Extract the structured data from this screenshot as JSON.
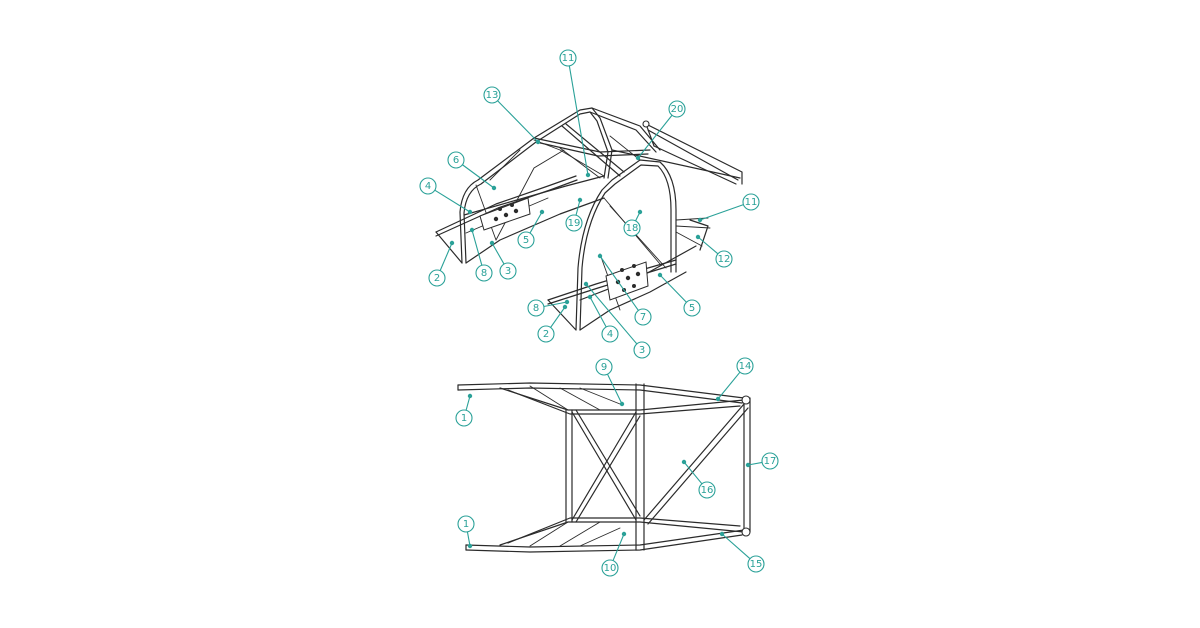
{
  "colors": {
    "callout": "#2aa198",
    "linework": "#2b2b2b",
    "background": "#ffffff"
  },
  "callouts": [
    {
      "id": "c-11-top",
      "label": "11"
    },
    {
      "id": "c-13",
      "label": "13"
    },
    {
      "id": "c-20",
      "label": "20"
    },
    {
      "id": "c-6",
      "label": "6"
    },
    {
      "id": "c-4-left",
      "label": "4"
    },
    {
      "id": "c-5-left",
      "label": "5"
    },
    {
      "id": "c-19",
      "label": "19"
    },
    {
      "id": "c-2-left",
      "label": "2"
    },
    {
      "id": "c-8-left",
      "label": "8"
    },
    {
      "id": "c-3-left",
      "label": "3"
    },
    {
      "id": "c-18",
      "label": "18"
    },
    {
      "id": "c-11-right",
      "label": "11"
    },
    {
      "id": "c-12",
      "label": "12"
    },
    {
      "id": "c-5-right",
      "label": "5"
    },
    {
      "id": "c-7",
      "label": "7"
    },
    {
      "id": "c-8-right",
      "label": "8"
    },
    {
      "id": "c-2-right",
      "label": "2"
    },
    {
      "id": "c-4-right",
      "label": "4"
    },
    {
      "id": "c-3-right",
      "label": "3"
    },
    {
      "id": "c-9",
      "label": "9"
    },
    {
      "id": "c-14",
      "label": "14"
    },
    {
      "id": "c-1-top",
      "label": "1"
    },
    {
      "id": "c-16",
      "label": "16"
    },
    {
      "id": "c-17",
      "label": "17"
    },
    {
      "id": "c-1-bottom",
      "label": "1"
    },
    {
      "id": "c-10",
      "label": "10"
    },
    {
      "id": "c-15",
      "label": "15"
    }
  ]
}
